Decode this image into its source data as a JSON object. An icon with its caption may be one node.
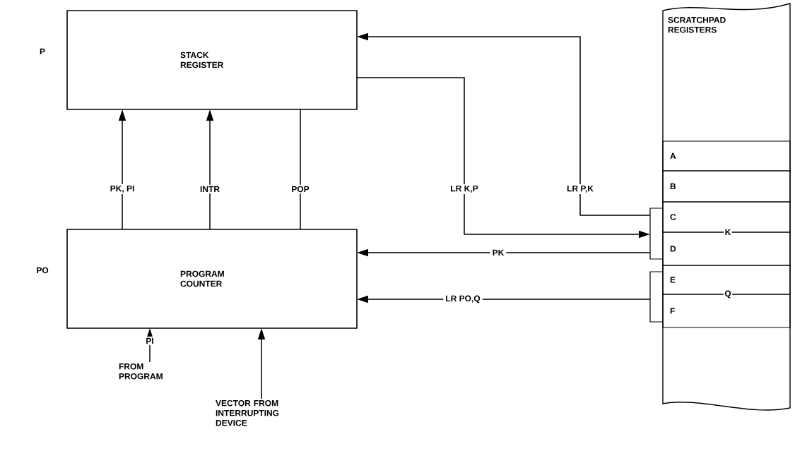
{
  "diagram": {
    "nodes": [
      {
        "text": [
          "STACK REGISTER"
        ]
      },
      {
        "text": [
          "PROGRAM COUNTER"
        ]
      },
      {
        "text": [
          "SCRATCHPAD REGISTERS"
        ]
      },
      {
        "text": [
          "A"
        ],
        "in": 2
      },
      {
        "text": [
          "B"
        ],
        "in": 2
      },
      {
        "text": [
          "C"
        ],
        "in": 2
      },
      {
        "text": [
          "D"
        ],
        "in": 2
      },
      {
        "text": [
          "E"
        ],
        "in": 2
      },
      {
        "text": [
          "F"
        ],
        "in": 2
      },
      {
        "text": [],
        "shape": "bracket"
      },
      {
        "text": [],
        "shape": "bracket"
      },
      {
        "text": [
          "FROM PROGRAM"
        ]
      },
      {
        "text": [
          "VECTOR FROM INTERRUPTING DEVICE"
        ]
      }
    ],
    "edges": [
      {
        "from": 1,
        "to": 0,
        "arrow": "to",
        "label": "PK, PI"
      },
      {
        "from": 1,
        "to": 0,
        "arrow": "to",
        "label": "INTR"
      },
      {
        "from": 1,
        "to": 0,
        "arrow": "none",
        "label": "POP"
      },
      {
        "from": 0,
        "to": 9,
        "arrow": "to",
        "label": "LR K,P"
      },
      {
        "from": 9,
        "to": 0,
        "arrow": "to",
        "label": "LR P,K"
      },
      {
        "from": 9,
        "to": 1,
        "arrow": "to",
        "label": "PK"
      },
      {
        "from": 10,
        "to": 1,
        "arrow": "to",
        "label": "LR PO,Q"
      },
      {
        "from": 11,
        "to": 1,
        "arrow": "to",
        "label": "PI"
      },
      {
        "from": 12,
        "to": 1,
        "arrow": "to"
      }
    ],
    "labels": [
      "P",
      "PO",
      "K",
      "Q"
    ]
  }
}
